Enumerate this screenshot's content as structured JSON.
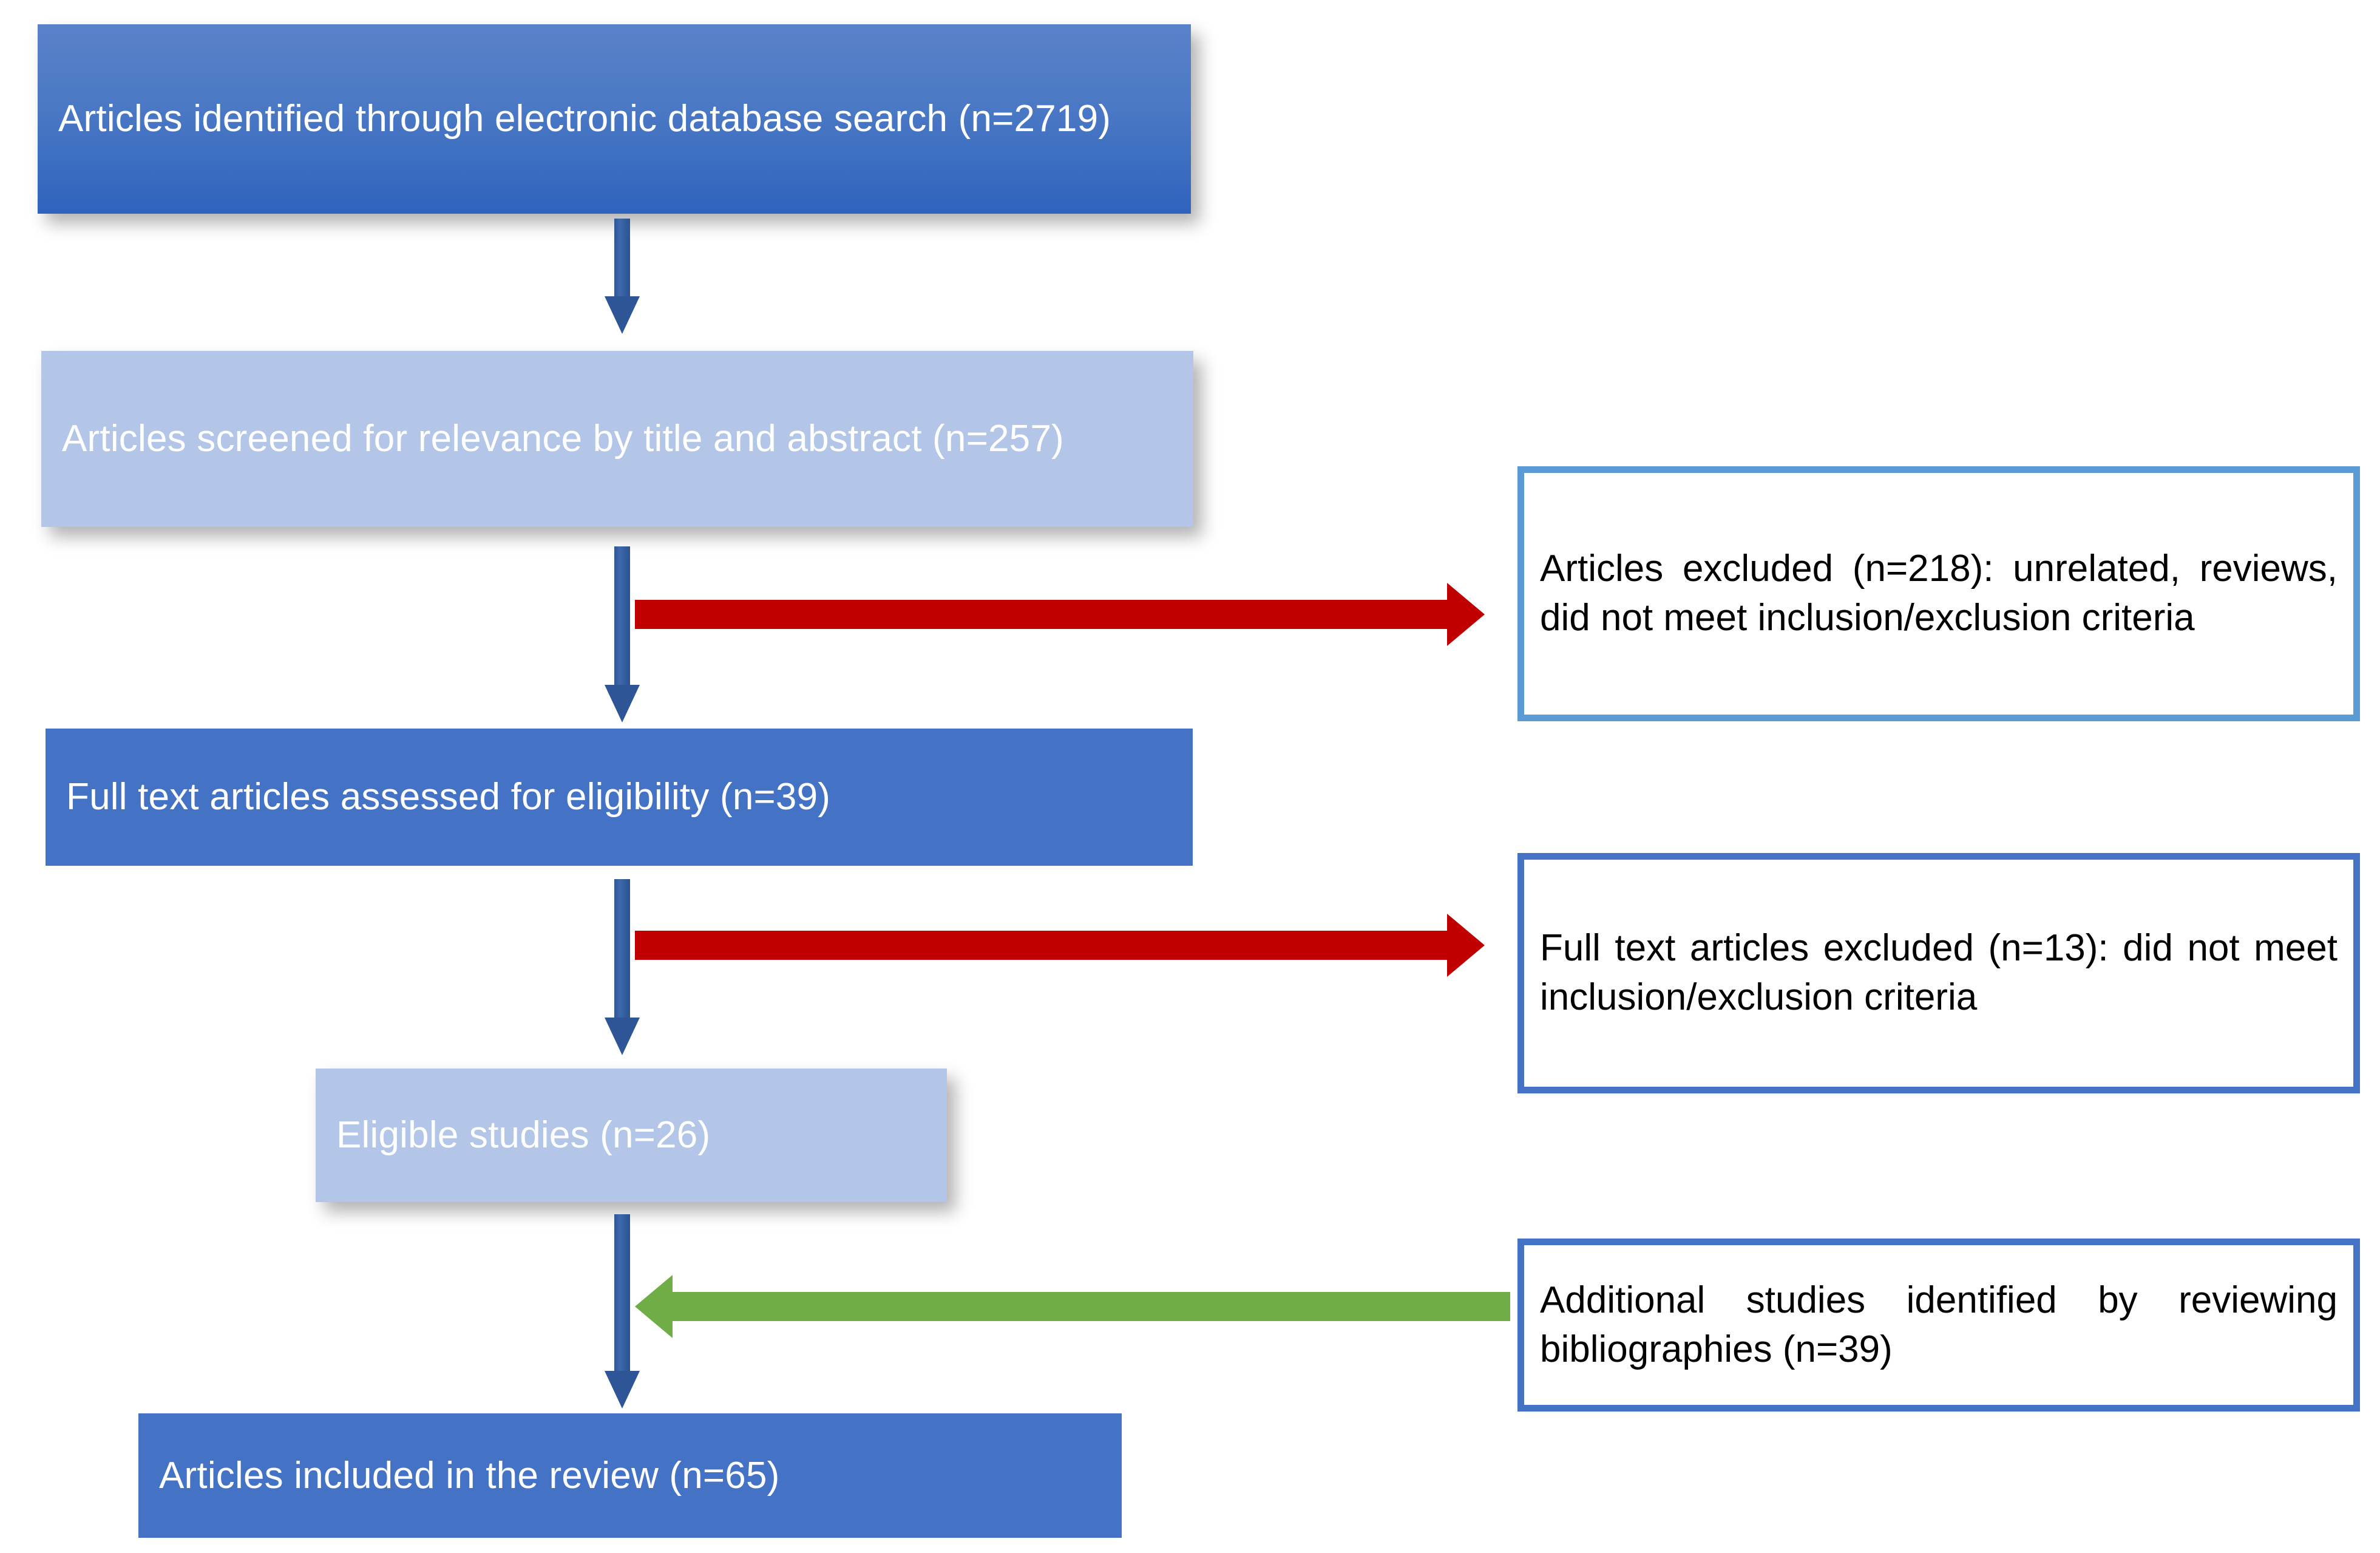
{
  "diagram": {
    "type": "prisma-flow-diagram",
    "colors": {
      "box_dark_blue": "#4472C4",
      "box_light_blue": "#B3C6E7",
      "border_light_blue": "#5B9BD5",
      "border_dark_blue": "#4472C4",
      "arrow_navy": "#2E5596",
      "arrow_red": "#C00000",
      "arrow_green": "#70AD47",
      "text_on_blue": "#FFFFFF",
      "text_on_white": "#000000",
      "background": "#FFFFFF"
    },
    "flow_nodes": [
      {
        "id": "identified",
        "label": "Articles identified through electronic database search (n=2719)",
        "count": 2719,
        "style": "dark-gradient-blue"
      },
      {
        "id": "screened",
        "label": "Articles screened for relevance by title and abstract (n=257)",
        "count": 257,
        "style": "light-blue"
      },
      {
        "id": "fulltext_assessed",
        "label": "Full text articles assessed for eligibility (n=39)",
        "count": 39,
        "style": "flat-blue"
      },
      {
        "id": "eligible",
        "label": "Eligible studies (n=26)",
        "count": 26,
        "style": "light-blue"
      },
      {
        "id": "included",
        "label": "Articles included in the review (n=65)",
        "count": 65,
        "style": "flat-blue"
      }
    ],
    "side_notes": [
      {
        "id": "excluded_screening",
        "label": "Articles excluded (n=218): unrelated, reviews, did not meet inclusion/exclusion criteria",
        "count": 218,
        "border": "light-blue",
        "connector": "red-arrow-right"
      },
      {
        "id": "excluded_fulltext",
        "label": "Full text articles excluded (n=13): did not meet inclusion/exclusion criteria",
        "count": 13,
        "border": "dark-blue",
        "connector": "red-arrow-right"
      },
      {
        "id": "additional_bibliographies",
        "label": "Additional studies identified by reviewing bibliographies (n=39)",
        "count": 39,
        "border": "dark-blue",
        "connector": "green-arrow-left"
      }
    ]
  }
}
